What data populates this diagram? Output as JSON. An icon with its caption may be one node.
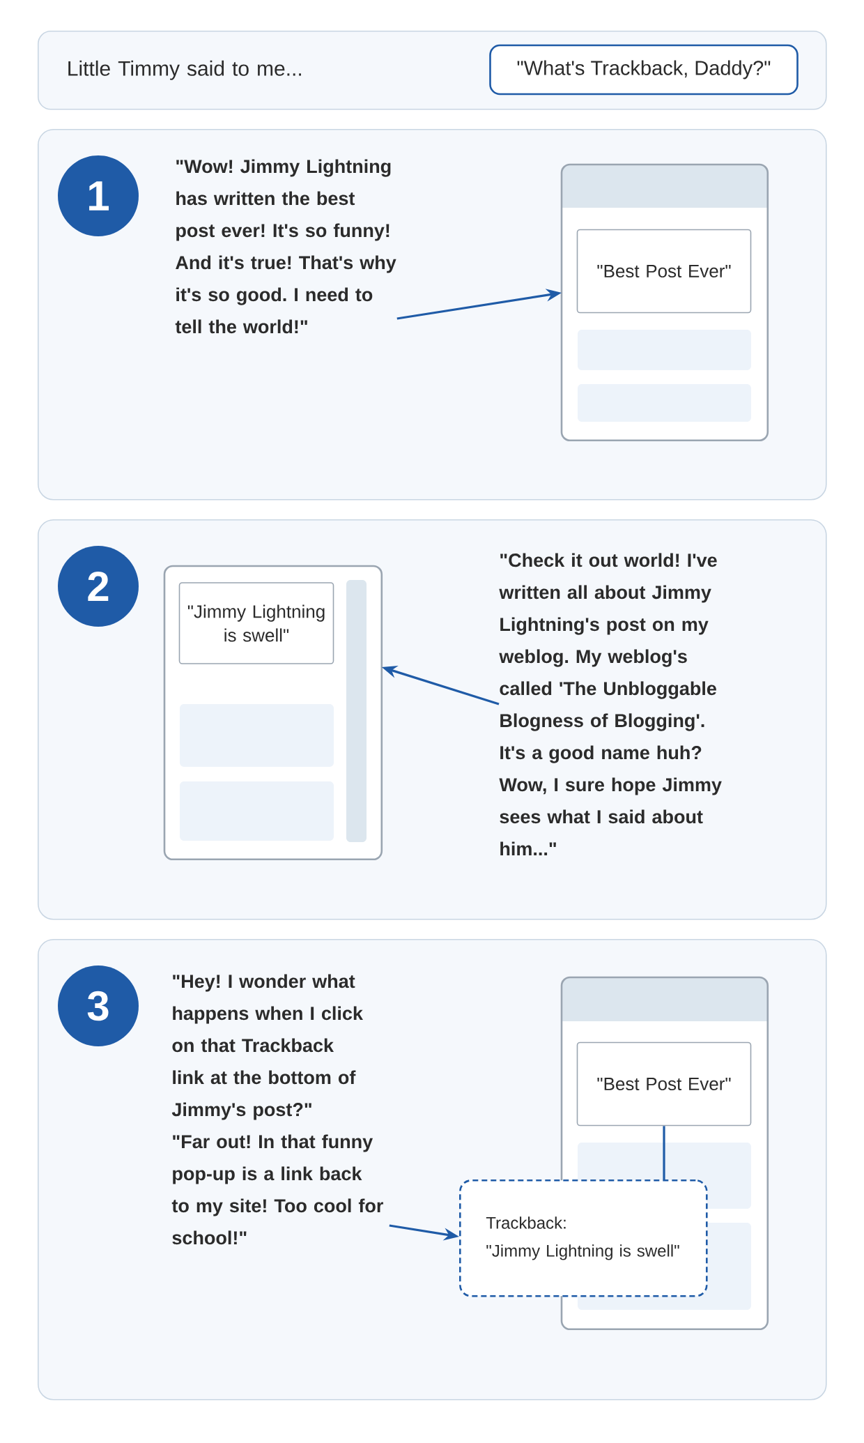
{
  "diagram": {
    "nodes": [
      {
        "text": [
          "Little Timmy said to me..."
        ]
      },
      {
        "text": [
          "\"What's Trackback, Daddy?\""
        ],
        "in": 0
      },
      {
        "text": [],
        "shape": "box"
      },
      {
        "text": [
          "1"
        ],
        "in": 2
      },
      {
        "text": [
          "\"Wow! Jimmy Lightning has written the best post ever! It's so funny! And it's true! That's why it's so good. I need to tell the world!\""
        ],
        "in": 2
      },
      {
        "text": [],
        "shape": "box",
        "in": 2
      },
      {
        "text": [
          "\"Best Post Ever\""
        ],
        "in": 5
      },
      {
        "text": [],
        "shape": "box"
      },
      {
        "text": [
          "2"
        ],
        "in": 7
      },
      {
        "text": [],
        "shape": "box",
        "in": 7
      },
      {
        "text": [
          "\"Jimmy Lightning is swell\""
        ],
        "in": 9
      },
      {
        "text": [
          "\"Check it out world! I've written all about Jimmy Lightning's post on my weblog. My weblog's called 'The Unbloggable Blogness of Blogging'. It's a good name huh? Wow, I sure hope Jimmy sees what I said about him...\""
        ],
        "in": 7
      },
      {
        "text": [],
        "shape": "box"
      },
      {
        "text": [
          "3"
        ],
        "in": 12
      },
      {
        "text": [
          "\"Hey! I wonder what happens when I click on that Trackback link at the bottom of Jimmy's post?\"",
          "\"Far out! In that funny pop-up is a link back to my site! Too cool for school!\""
        ],
        "in": 12
      },
      {
        "text": [],
        "shape": "box",
        "in": 12
      },
      {
        "text": [
          "\"Best Post Ever\""
        ],
        "in": 15
      },
      {
        "text": [
          "Trackback:",
          "\"Jimmy Lightning is swell\""
        ],
        "in": 12
      }
    ],
    "edges": [
      {
        "from": 4,
        "to": 5,
        "arrow": "to"
      },
      {
        "from": 11,
        "to": 9,
        "arrow": "to"
      },
      {
        "from": 16,
        "to": 17,
        "arrow": "none"
      },
      {
        "from": 14,
        "to": 17,
        "arrow": "to"
      }
    ]
  }
}
